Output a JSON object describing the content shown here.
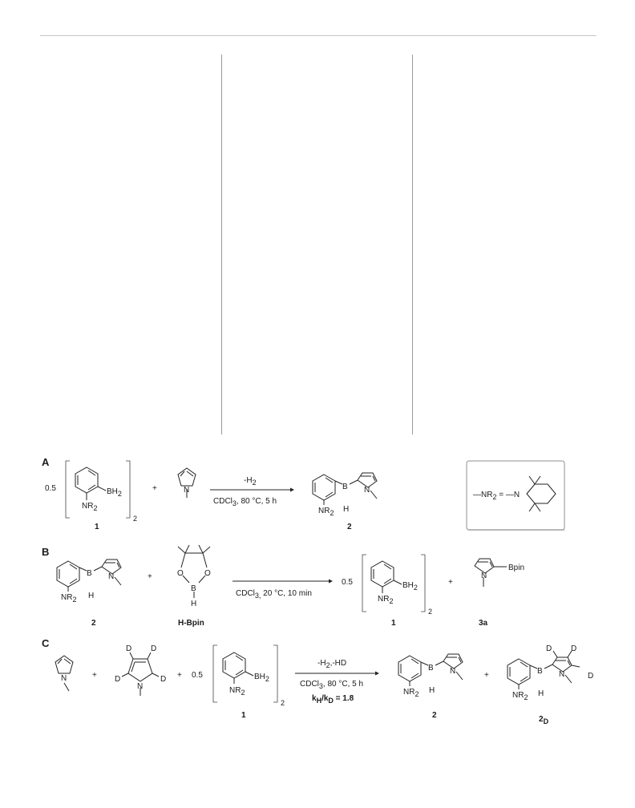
{
  "layout_text": {
    "panel_a": "A",
    "panel_b": "B",
    "panel_c": "C"
  },
  "scheme_a": {
    "coef": "0.5",
    "reactant1_sub_top": "BH",
    "reactant1_sub_top_idx": "2",
    "reactant1_sub_bottom": "NR",
    "reactant1_sub_bottom_idx": "2",
    "bracket_index": "2",
    "reactant1_label": "1",
    "plus": "+",
    "pyrrole_n": "N",
    "arrow_above": "-H",
    "arrow_above_idx": "2",
    "conditions": "CDCl",
    "conditions_idx": "3",
    "conditions_rest": ", 80 °C, 5 h",
    "product_b": "B",
    "product_h": "H",
    "product_n": "N",
    "product_nr": "NR",
    "product_nr_idx": "2",
    "product_label": "2",
    "legend_left": "—NR",
    "legend_left_idx": "2",
    "legend_eq": " = ",
    "legend_n": "—N"
  },
  "scheme_b": {
    "reactant_b": "B",
    "reactant_h": "H",
    "reactant_n": "N",
    "reactant_nr": "NR",
    "reactant_nr_idx": "2",
    "reactant_label": "2",
    "plus1": "+",
    "hbpin_o1": "O",
    "hbpin_o2": "O",
    "hbpin_b": "B",
    "hbpin_h": "H",
    "hbpin_label": "H-Bpin",
    "conditions": "CDCl",
    "conditions_idx": "3,",
    "conditions_rest": " 20 °C, 10 min",
    "coef": "0.5",
    "product1_bh": "BH",
    "product1_bh_idx": "2",
    "product1_nr": "NR",
    "product1_nr_idx": "2",
    "bracket_index": "2",
    "product1_label": "1",
    "plus2": "+",
    "product2_n": "N",
    "product2_bpin": "Bpin",
    "product2_label": "3a"
  },
  "scheme_c": {
    "pyrrole_n": "N",
    "plus1": "+",
    "d_top_left": "D",
    "d_top_right": "D",
    "d_left": "D",
    "d_right": "D",
    "dpyrrole_n": "N",
    "plus2": "+",
    "coef": "0.5",
    "bh": "BH",
    "bh_idx": "2",
    "nr": "NR",
    "nr_idx": "2",
    "bracket_index": "2",
    "reagent_label": "1",
    "arrow_above": "-H",
    "arrow_above_idx": "2",
    "arrow_above_rest": ",-HD",
    "conditions": "CDCl",
    "conditions_idx": "3",
    "conditions_rest": ", 80 °C, 5 h",
    "kie_k": "k",
    "kie_h": "H",
    "kie_slash": "/k",
    "kie_d": "D",
    "kie_val": " = 1.8",
    "product1_b": "B",
    "product1_h": "H",
    "product1_n": "N",
    "product1_nr": "NR",
    "product1_nr_idx": "2",
    "product1_label": "2",
    "plus3": "+",
    "product2_b": "B",
    "product2_h": "H",
    "product2_n": "N",
    "product2_nr": "NR",
    "product2_nr_idx": "2",
    "product2_d1": "D",
    "product2_d2": "D",
    "product2_d3": "D",
    "product2_label": "2",
    "product2_label_idx": "D"
  }
}
